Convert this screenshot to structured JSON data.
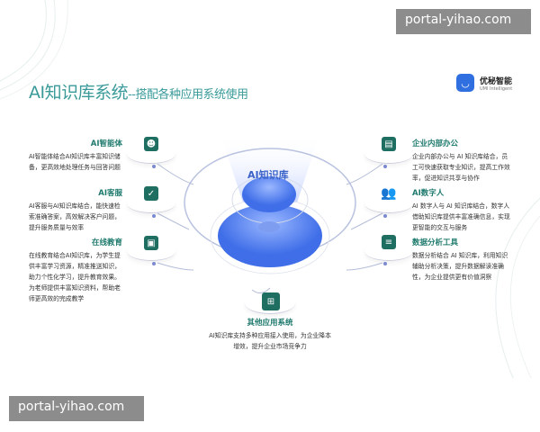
{
  "header": {
    "title": "AI知识库系统",
    "subtitle": "--搭配各种应用系统使用"
  },
  "logo": {
    "name": "优秘智能",
    "en": "UMI Intelligent"
  },
  "center": {
    "label": "AI知识库"
  },
  "left": [
    {
      "title": "AI智能体",
      "text": "AI智能体结合AI知识库丰富知识储备，更高效地处理任务与回答问题",
      "icon": "brain-head-icon"
    },
    {
      "title": "AI客服",
      "text": "AI客服与AI知识库结合，能快速检索准确答案，高效解决客户问题，提升服务质量与效率",
      "icon": "checklist-icon"
    },
    {
      "title": "在线教育",
      "text": "在线教育结合AI知识库，为学生提供丰富学习资源，精准推送知识，助力个性化学习，提升教育效果。为老师提供丰富知识资料，帮助老师更高效的完成教学",
      "icon": "box-icon"
    }
  ],
  "right": [
    {
      "title": "企业内部办公",
      "text": "企业内部办公与 AI 知识库结合，员工可快速获取专业知识，提高工作效率，促进知识共享与协作",
      "icon": "id-badge-icon"
    },
    {
      "title": "AI数字人",
      "text": "AI 数字人与 AI 知识库结合，数字人借助知识库提供丰富准确信息，实现更智能的交互与服务",
      "icon": "users-icon"
    },
    {
      "title": "数据分析工具",
      "text": "数据分析结合 AI 知识库，利用知识辅助分析决策，提升数据解读准确性，为企业提供更有价值洞察",
      "icon": "clipboard-icon"
    }
  ],
  "bottom": {
    "title": "其他应用系统",
    "text": "AI知识库支持多种应用接入使用，为企业降本增效，提升企业市场竞争力",
    "icon": "apps-grid-icon"
  },
  "watermarks": [
    "portal-yihao.com",
    "portal-yihao.com"
  ]
}
